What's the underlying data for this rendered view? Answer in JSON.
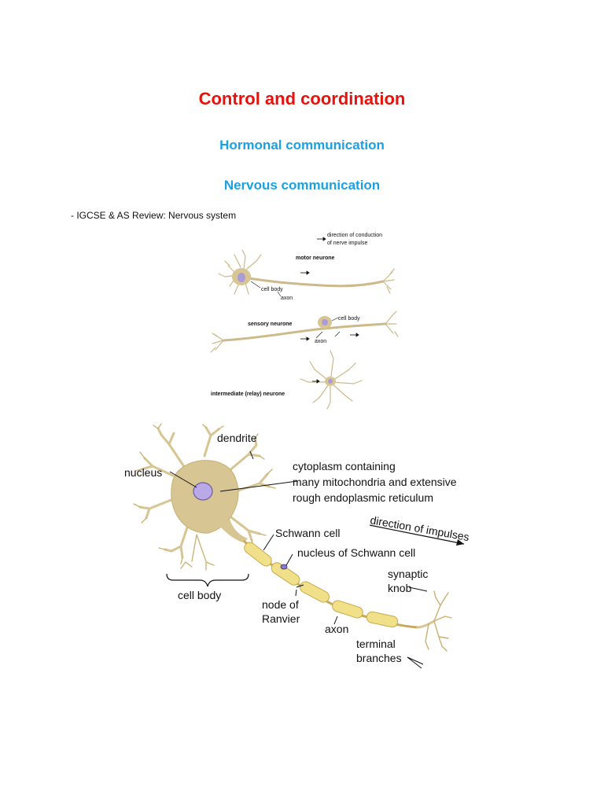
{
  "page": {
    "title": "Control and coordination",
    "heading_hormonal": "Hormonal communication",
    "heading_nervous": "Nervous communication",
    "bullet": "- IGCSE & AS Review: Nervous system"
  },
  "figure1": {
    "legend": [
      "direction of conduction",
      "of nerve impulse"
    ],
    "motor_label": "motor neurone",
    "motor_cell_body": "cell body",
    "motor_axon": "axon",
    "sensory_label": "sensory neurone",
    "sensory_cell_body": "cell body",
    "sensory_axon": "axon",
    "relay_label": "intermediate (relay) neurone"
  },
  "figure2": {
    "dendrite": "dendrite",
    "nucleus": "nucleus",
    "cytoplasm": [
      "cytoplasm containing",
      "many mitochondria and extensive",
      "rough endoplasmic reticulum"
    ],
    "direction": "direction of impulses",
    "schwann_cell": "Schwann cell",
    "schwann_nucleus": "nucleus of Schwann cell",
    "synaptic": [
      "synaptic",
      "knob"
    ],
    "cell_body": "cell body",
    "node": [
      "node of",
      "Ranvier"
    ],
    "axon": "axon",
    "terminal": [
      "terminal",
      "branches"
    ]
  },
  "colors": {
    "title": "#e8120c",
    "heading": "#1ba1e2",
    "neuron_fill": "#d8c594",
    "neuron_stroke": "#a89060",
    "nucleus_fill": "#b9a9e6",
    "myelin_fill": "#f1e08a"
  }
}
